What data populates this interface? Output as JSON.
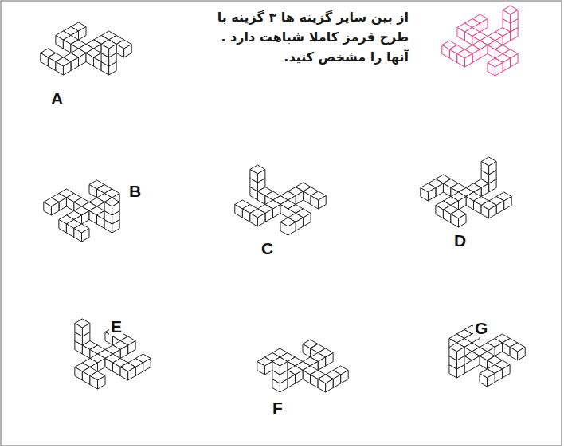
{
  "diagram": {
    "labels": [
      "از بین سایر گزینه ها ۳ گزینه با طرح قرمز کاملا شباهت دارد . آنها را مشخص کنید.",
      "A",
      "B",
      "C",
      "D",
      "E",
      "F",
      "G"
    ]
  }
}
